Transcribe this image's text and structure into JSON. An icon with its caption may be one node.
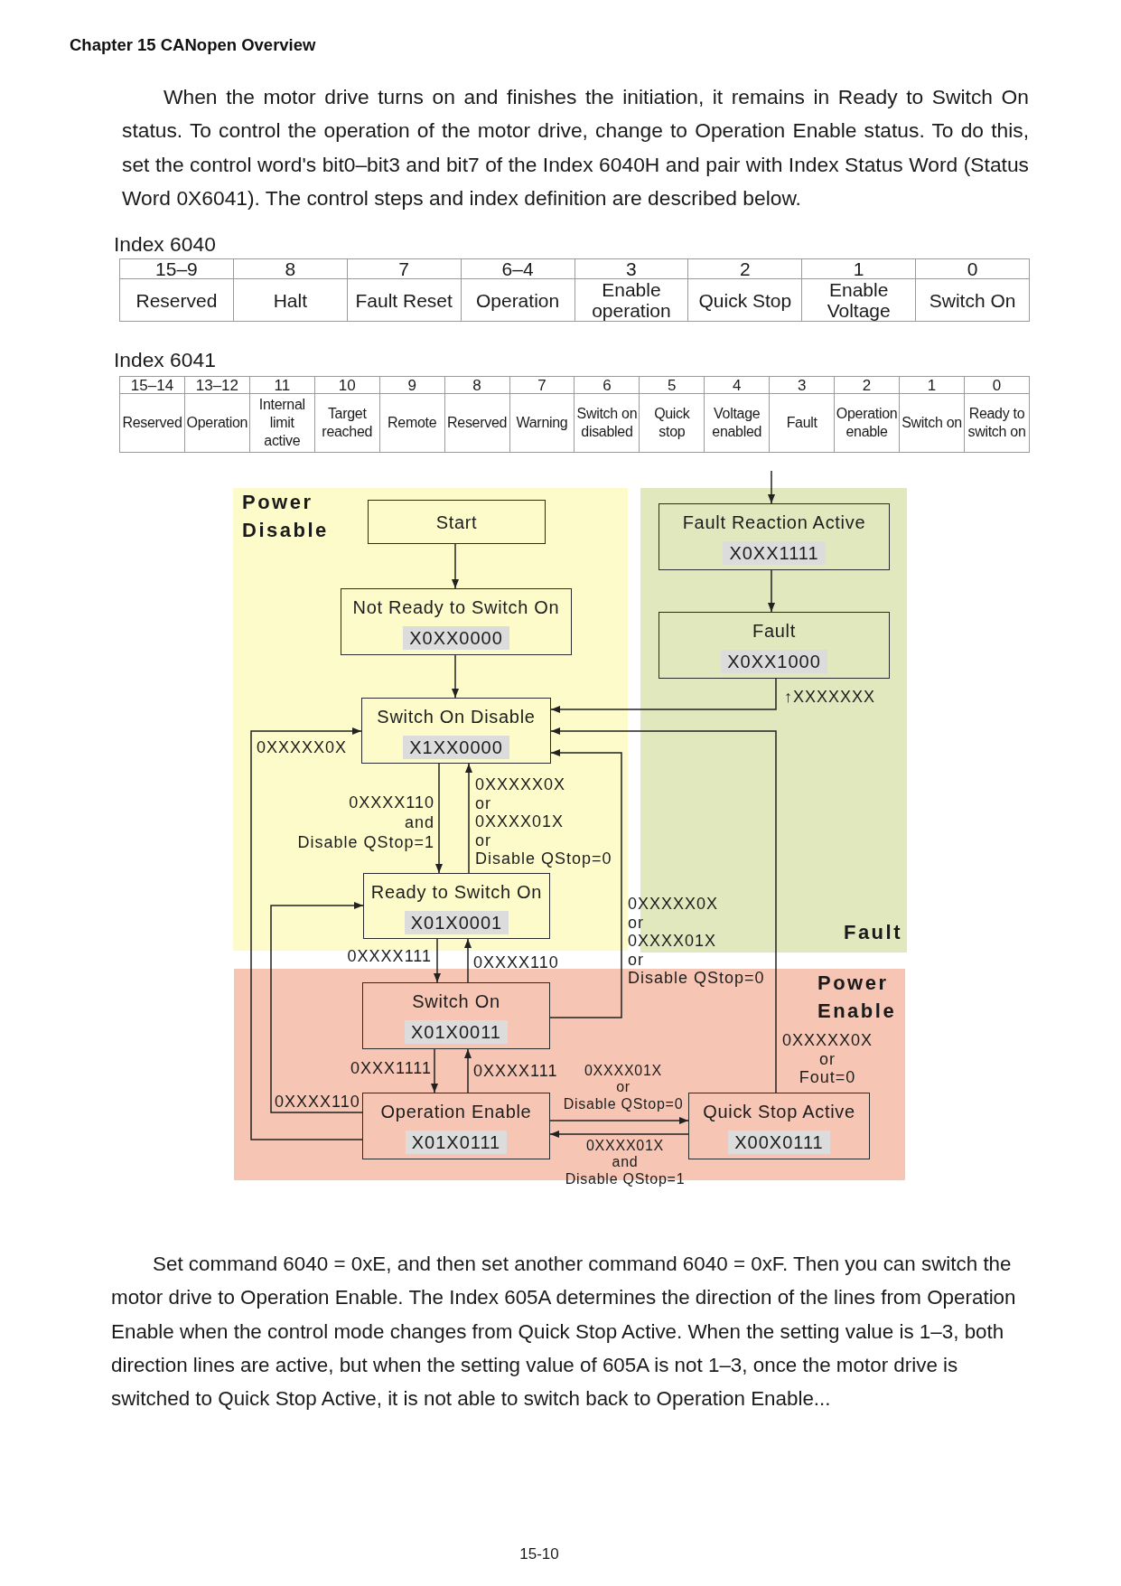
{
  "diagram": {
    "title": "Chapter 15 CANopen Overview",
    "nodes": [
      {
        "text": [
          "Power Disable"
        ]
      },
      {
        "text": [
          "Start"
        ],
        "in": 0
      },
      {
        "text": [
          "Not Ready to Switch On",
          "X0XX0000"
        ],
        "in": 0
      },
      {
        "text": [
          "Switch On Disable",
          "X1XX0000"
        ],
        "in": 0
      },
      {
        "text": [
          "Ready to Switch On",
          "X01X0001"
        ],
        "in": 0
      },
      {
        "text": [
          "Fault"
        ]
      },
      {
        "text": [
          "Fault Reaction Active",
          "X0XX1111"
        ],
        "in": 5
      },
      {
        "text": [
          "Fault",
          "X0XX1000"
        ],
        "in": 5
      },
      {
        "text": [
          "Power Enable"
        ]
      },
      {
        "text": [
          "Switch On",
          "X01X0011"
        ],
        "in": 8
      },
      {
        "text": [
          "Operation Enable",
          "X01X0111"
        ],
        "in": 8
      },
      {
        "text": [
          "Quick Stop Active",
          "X00X0111"
        ],
        "in": 8
      }
    ],
    "edges": [
      {
        "from": 1,
        "to": 2,
        "arrow": "to"
      },
      {
        "from": 2,
        "to": 3,
        "arrow": "to"
      },
      {
        "from": null,
        "to": 6,
        "arrow": "to"
      },
      {
        "from": 6,
        "to": 7,
        "arrow": "to"
      },
      {
        "from": 7,
        "to": 3,
        "arrow": "to",
        "label": "↑XXXXXXX"
      },
      {
        "from": 11,
        "to": 3,
        "arrow": "to",
        "label": "0XXXXX0X or Fout=0"
      },
      {
        "from": 9,
        "to": 3,
        "arrow": "to",
        "label": "0XXXXX0X or 0XXXX01X or Disable QStop=0"
      },
      {
        "from": 3,
        "to": 4,
        "arrow": "to",
        "label": "0XXXX110 and Disable QStop=1"
      },
      {
        "from": 4,
        "to": 3,
        "arrow": "to",
        "label": "0XXXXX0X or 0XXXX01X or Disable QStop=0"
      },
      {
        "from": 10,
        "to": 3,
        "arrow": "to",
        "label": "0XXXXX0X"
      },
      {
        "from": 10,
        "to": 4,
        "arrow": "to",
        "label": "0XXXX110"
      },
      {
        "from": 4,
        "to": 9,
        "arrow": "to",
        "label": "0XXXX111"
      },
      {
        "from": 9,
        "to": 4,
        "arrow": "to",
        "label": "0XXXX110"
      },
      {
        "from": 9,
        "to": 10,
        "arrow": "to",
        "label": "0XXX1111"
      },
      {
        "from": 10,
        "to": 9,
        "arrow": "to",
        "label": "0XXXX111"
      },
      {
        "from": 10,
        "to": 11,
        "arrow": "to",
        "label": "0XXXX01X or Disable QStop=0"
      },
      {
        "from": 11,
        "to": 10,
        "arrow": "to",
        "label": "0XXXX01X and Disable QStop=1"
      }
    ],
    "labels": [
      "When the motor drive turns on and finishes the initiation, it remains in Ready to Switch On status. To control the operation of the motor drive, change to Operation Enable status. To do this, set the control word's bit0–bit3 and bit7 of the Index 6040H and pair with Index Status Word (Status Word 0X6041). The control steps and index definition are described below.",
      "Index 6040",
      "15–9",
      "8",
      "7",
      "6–4",
      "3",
      "2",
      "1",
      "0",
      "Reserved",
      "Halt",
      "Fault Reset",
      "Operation",
      "Enable operation",
      "Quick Stop",
      "Enable Voltage",
      "Switch On",
      "Index 6041",
      "15–14",
      "13–12",
      "11",
      "10",
      "9",
      "8",
      "7",
      "6",
      "5",
      "4",
      "3",
      "2",
      "1",
      "0",
      "Reserved",
      "Operation",
      "Internal limit active",
      "Target reached",
      "Remote",
      "Reserved",
      "Warning",
      "Switch on disabled",
      "Quick stop",
      "Voltage enabled",
      "Fault",
      "Operation enable",
      "Switch on",
      "Ready to switch on",
      "Set command 6040 = 0xE, and then set another command 6040 = 0xF. Then you can switch the motor drive to Operation Enable. The Index 605A determines the direction of the lines from Operation Enable when the control mode changes from Quick Stop Active. When the setting value is 1–3, both direction lines are active, but when the setting value of 605A is not 1–3, once the motor drive is switched to Quick Stop Active, it is not able to switch back to Operation Enable...",
      "15-10"
    ]
  }
}
